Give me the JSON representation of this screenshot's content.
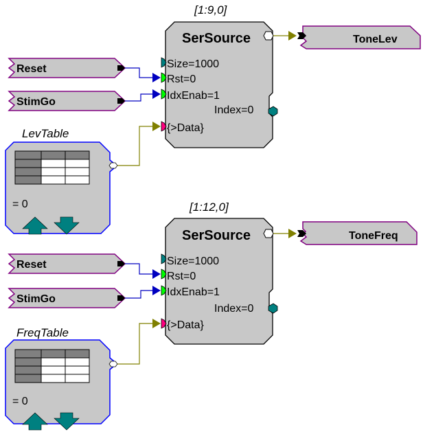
{
  "block1": {
    "coord": "[1:9,0]",
    "title": "SerSource",
    "ports": {
      "size": "Size=1000",
      "rst": "Rst=0",
      "idxenab": "IdxEnab=1",
      "index": "Index=0",
      "data": "{>Data}"
    },
    "output_tag": "ToneLev",
    "input_tags": [
      "Reset",
      "StimGo"
    ],
    "table": {
      "name": "LevTable",
      "value": "= 0"
    }
  },
  "block2": {
    "coord": "[1:12,0]",
    "title": "SerSource",
    "ports": {
      "size": "Size=1000",
      "rst": "Rst=0",
      "idxenab": "IdxEnab=1",
      "index": "Index=0",
      "data": "{>Data}"
    },
    "output_tag": "ToneFreq",
    "input_tags": [
      "Reset",
      "StimGo"
    ],
    "table": {
      "name": "FreqTable",
      "value": "= 0"
    }
  },
  "colors": {
    "block_fill": "#c8c8c8",
    "tag_border": "#800080",
    "table_border": "#0000ff",
    "wire_blue": "#0000c0",
    "wire_olive": "#808000",
    "arrow_teal": "#008080",
    "port_teal": "#008080",
    "port_green": "#00ff00",
    "port_pink": "#ff0080"
  }
}
